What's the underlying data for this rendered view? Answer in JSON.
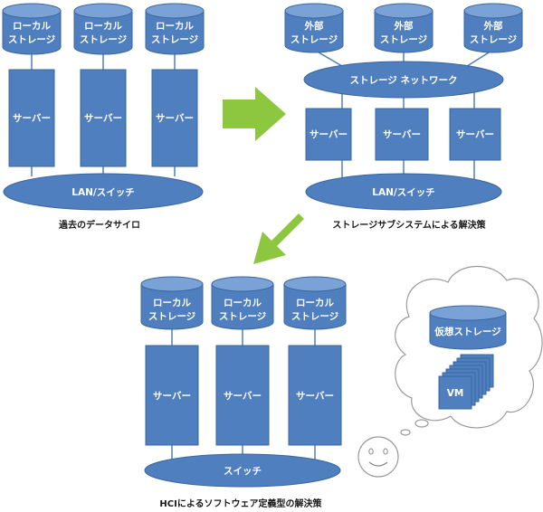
{
  "colors": {
    "node": "#4f7fbf",
    "node_top": "#7aa2d6",
    "arrow": "#8dc63f",
    "cloud_stroke": "#9a9a9a"
  },
  "legacy": {
    "storage": [
      {
        "line1": "ローカル",
        "line2": "ストレージ"
      },
      {
        "line1": "ローカル",
        "line2": "ストレージ"
      },
      {
        "line1": "ローカル",
        "line2": "ストレージ"
      }
    ],
    "servers": [
      "サーバー",
      "サーバー",
      "サーバー"
    ],
    "switch": "LAN/スイッチ",
    "caption": "過去のデータサイロ"
  },
  "subsystem": {
    "storage": [
      {
        "line1": "外部",
        "line2": "ストレージ"
      },
      {
        "line1": "外部",
        "line2": "ストレージ"
      },
      {
        "line1": "外部",
        "line2": "ストレージ"
      }
    ],
    "network": "ストレージ ネットワーク",
    "servers": [
      "サーバー",
      "サーバー",
      "サーバー"
    ],
    "switch": "LAN/スイッチ",
    "caption": "ストレージサブシステムによる解決策"
  },
  "hci": {
    "storage": [
      {
        "line1": "ローカル",
        "line2": "ストレージ"
      },
      {
        "line1": "ローカル",
        "line2": "ストレージ"
      },
      {
        "line1": "ローカル",
        "line2": "ストレージ"
      }
    ],
    "servers": [
      "サーバー",
      "サーバー",
      "サーバー"
    ],
    "switch": "スイッチ",
    "caption": "HCIによるソフトウェア定義型の解決策"
  },
  "thought": {
    "virtual_storage": "仮想ストレージ",
    "vm": "VM"
  }
}
